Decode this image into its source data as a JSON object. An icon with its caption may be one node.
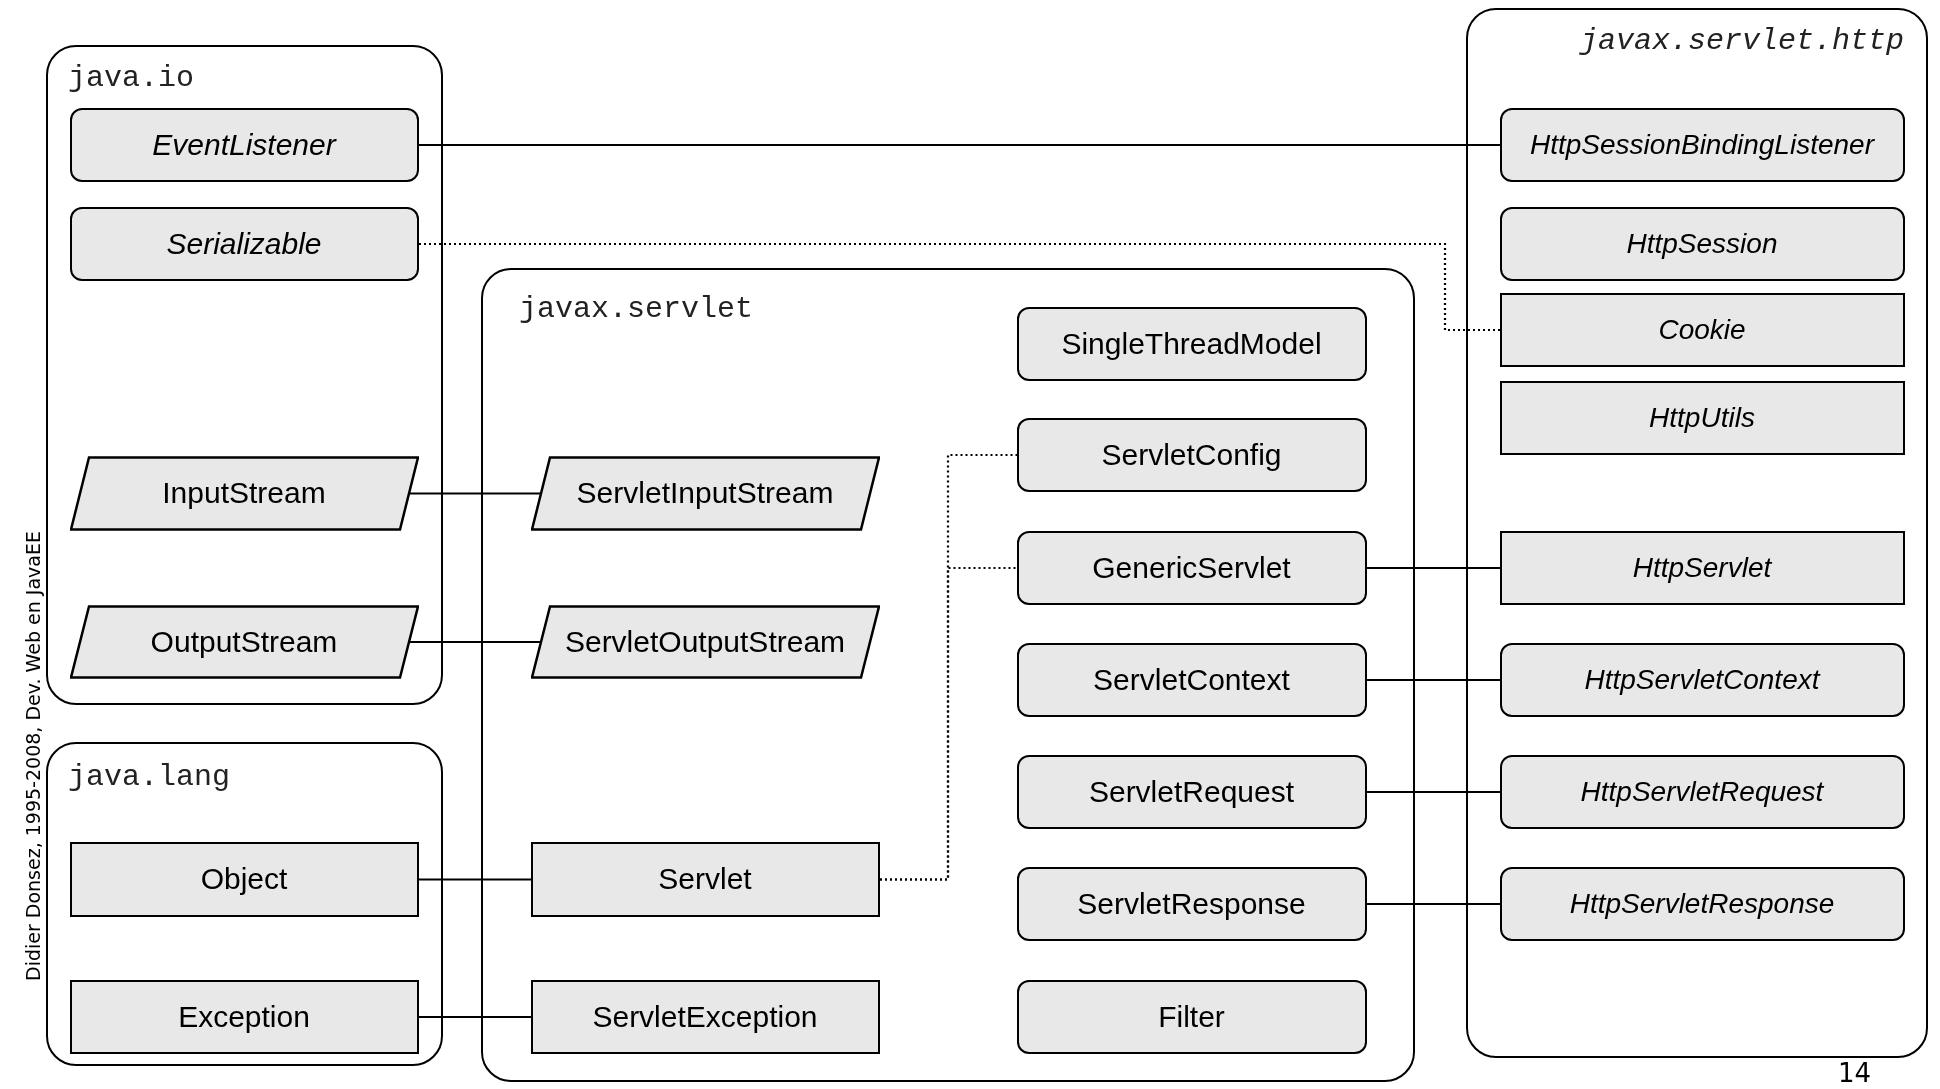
{
  "diagram": {
    "nodes": [
      {
        "text": [
          "java.io"
        ]
      },
      {
        "text": [
          "EventListener"
        ],
        "in": 0
      },
      {
        "text": [
          "Serializable"
        ],
        "in": 0
      },
      {
        "text": [
          "InputStream"
        ],
        "in": 0
      },
      {
        "text": [
          "OutputStream"
        ],
        "in": 0
      },
      {
        "text": [
          "java.lang"
        ]
      },
      {
        "text": [
          "Object"
        ],
        "in": 5
      },
      {
        "text": [
          "Exception"
        ],
        "in": 5
      },
      {
        "text": [
          "javax.servlet"
        ]
      },
      {
        "text": [
          "ServletInputStream"
        ],
        "in": 8
      },
      {
        "text": [
          "ServletOutputStream"
        ],
        "in": 8
      },
      {
        "text": [
          "Servlet"
        ],
        "in": 8
      },
      {
        "text": [
          "ServletException"
        ],
        "in": 8
      },
      {
        "text": [
          "SingleThreadModel"
        ],
        "in": 8
      },
      {
        "text": [
          "ServletConfig"
        ],
        "in": 8
      },
      {
        "text": [
          "GenericServlet"
        ],
        "in": 8
      },
      {
        "text": [
          "ServletContext"
        ],
        "in": 8
      },
      {
        "text": [
          "ServletRequest"
        ],
        "in": 8
      },
      {
        "text": [
          "ServletResponse"
        ],
        "in": 8
      },
      {
        "text": [
          "Filter"
        ],
        "in": 8
      },
      {
        "text": [
          "javax.servlet.http"
        ]
      },
      {
        "text": [
          "HttpSessionBindingListener"
        ],
        "in": 20
      },
      {
        "text": [
          "HttpSession"
        ],
        "in": 20
      },
      {
        "text": [
          "Cookie"
        ],
        "in": 20
      },
      {
        "text": [
          "HttpUtils"
        ],
        "in": 20
      },
      {
        "text": [
          "HttpServlet"
        ],
        "in": 20
      },
      {
        "text": [
          "HttpServletContext"
        ],
        "in": 20
      },
      {
        "text": [
          "HttpServletRequest"
        ],
        "in": 20
      },
      {
        "text": [
          "HttpServletResponse"
        ],
        "in": 20
      }
    ],
    "edges": [
      {
        "from": 1,
        "to": 21,
        "arrow": "none"
      },
      {
        "from": 2,
        "to": 23,
        "arrow": "none",
        "style": "dashed"
      },
      {
        "from": 3,
        "to": 9,
        "arrow": "none"
      },
      {
        "from": 4,
        "to": 10,
        "arrow": "none"
      },
      {
        "from": 6,
        "to": 11,
        "arrow": "none"
      },
      {
        "from": 7,
        "to": 12,
        "arrow": "none"
      },
      {
        "from": 11,
        "to": 14,
        "arrow": "none",
        "style": "dashed"
      },
      {
        "from": 11,
        "to": 15,
        "arrow": "none",
        "style": "dashed"
      },
      {
        "from": 15,
        "to": 25,
        "arrow": "none"
      },
      {
        "from": 16,
        "to": 26,
        "arrow": "none"
      },
      {
        "from": 17,
        "to": 27,
        "arrow": "none"
      },
      {
        "from": 18,
        "to": 28,
        "arrow": "none"
      }
    ],
    "labels": [
      "Didier Donsez, 1995-2008, Dev. Web en JavaEE",
      "14"
    ]
  }
}
